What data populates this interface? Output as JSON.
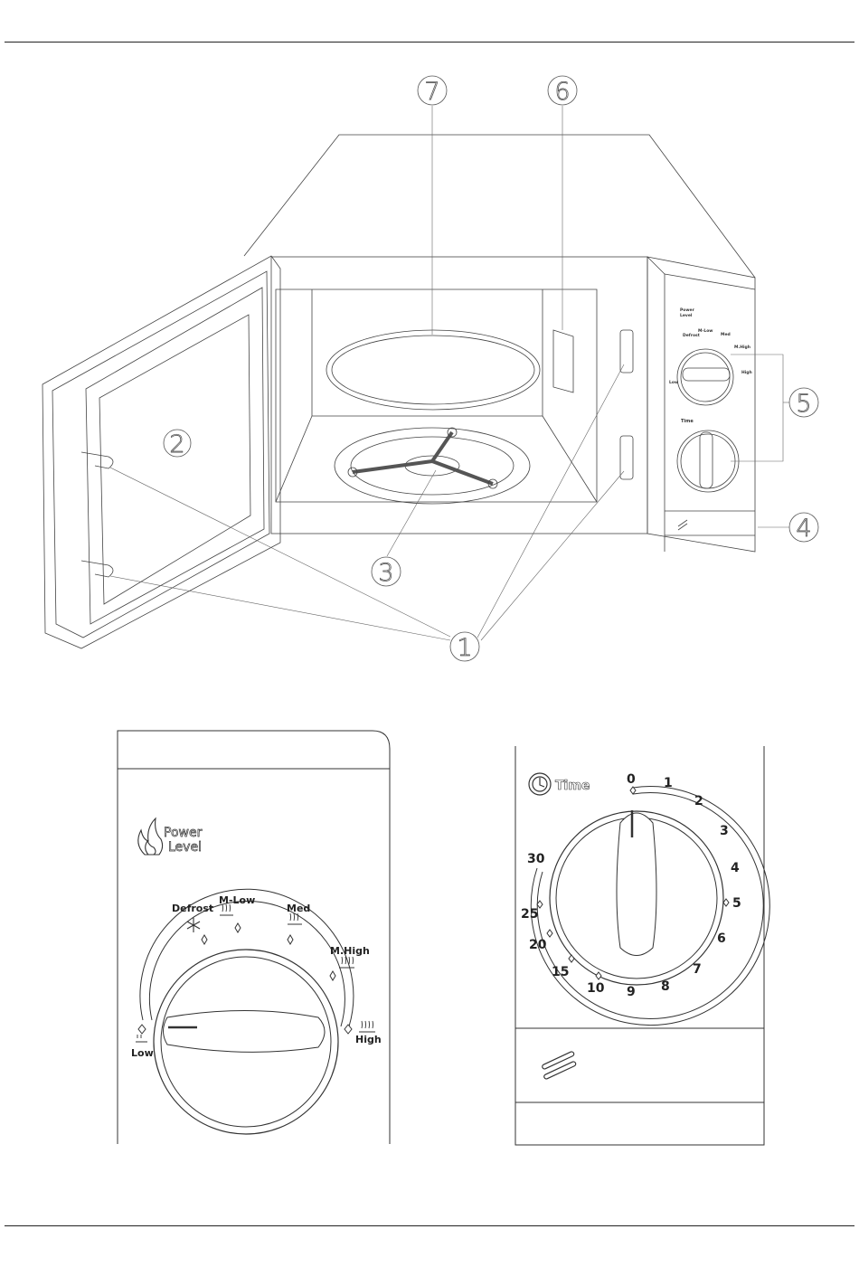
{
  "callouts": [
    "1",
    "2",
    "3",
    "4",
    "5",
    "6",
    "7"
  ],
  "power_panel": {
    "title_line1": "Power",
    "title_line2": "Level",
    "labels": [
      "Low",
      "Defrost",
      "M-Low",
      "Med",
      "M.High",
      "High"
    ]
  },
  "time_panel": {
    "title": "Time",
    "numbers": [
      "0",
      "1",
      "2",
      "3",
      "4",
      "5",
      "6",
      "7",
      "8",
      "9",
      "10",
      "15",
      "20",
      "25",
      "30"
    ]
  },
  "icons": {
    "power": "flame-icon",
    "time": "clock-icon",
    "defrost": "snowflake-icon",
    "heat": "heat-waves-icon",
    "door_release": "door-release-icon"
  }
}
